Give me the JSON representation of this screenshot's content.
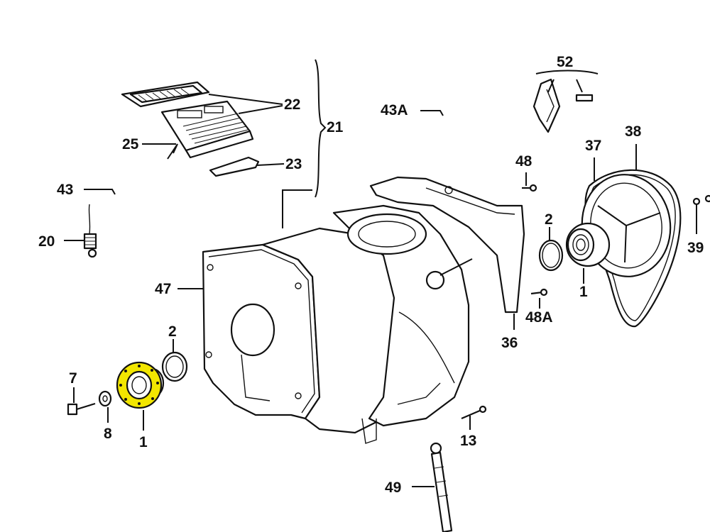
{
  "diagram": {
    "labels": {
      "l1_left": "1",
      "l1_right": "1",
      "l2_left": "2",
      "l2_right": "2",
      "l7": "7",
      "l8": "8",
      "l13": "13",
      "l20": "20",
      "l21": "21",
      "l22": "22",
      "l23": "23",
      "l25": "25",
      "l36": "36",
      "l37": "37",
      "l38": "38",
      "l39": "39",
      "l43": "43",
      "l43a": "43A",
      "l47": "47",
      "l48": "48",
      "l48a": "48A",
      "l49": "49",
      "l52": "52"
    },
    "colors": {
      "highlight": "#f2e600",
      "line": "#111111",
      "background": "#ffffff"
    }
  }
}
